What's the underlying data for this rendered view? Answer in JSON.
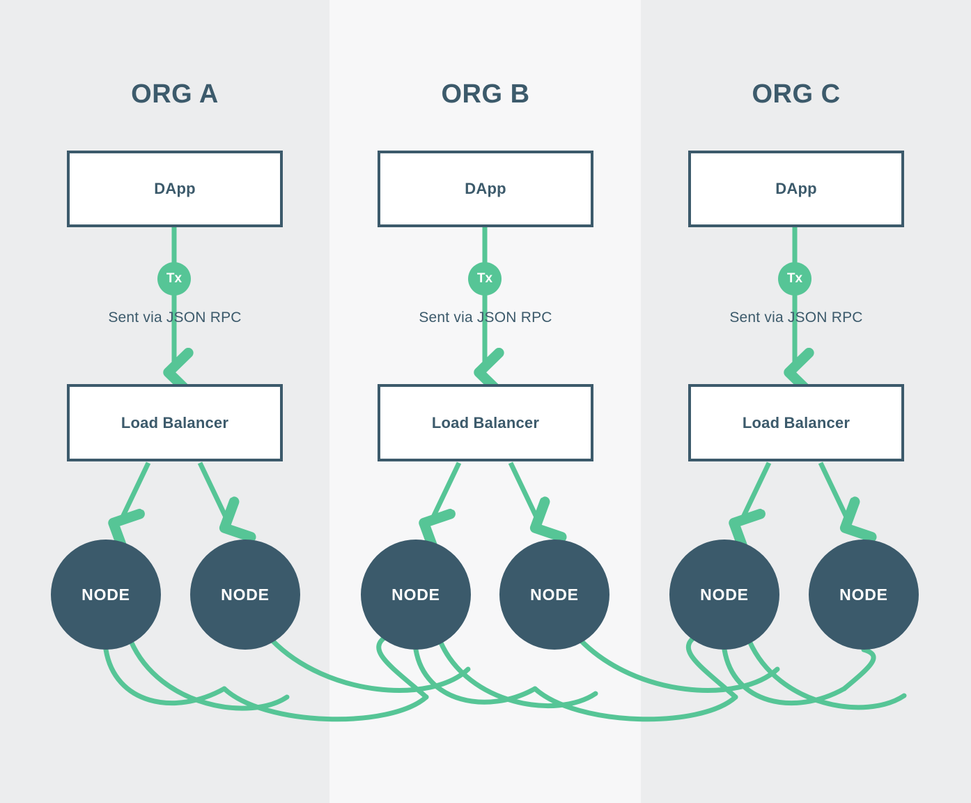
{
  "theme": {
    "column_bg_shaded": "#ecedee",
    "column_bg_light": "#f7f7f8",
    "accent_green": "#56c596",
    "dark_slate": "#3c5a6b",
    "node_fill": "#3b5a6b",
    "box_fill": "#ffffff",
    "text_on_node": "#ffffff"
  },
  "columns": [
    {
      "id": "org-a",
      "title": "ORG A",
      "dapp": {
        "label": "DApp"
      },
      "tx": {
        "label": "Tx"
      },
      "rpc": {
        "label": "Sent via JSON RPC"
      },
      "load_balancer": {
        "label": "Load Balancer"
      },
      "nodes": [
        {
          "label": "NODE"
        },
        {
          "label": "NODE"
        }
      ]
    },
    {
      "id": "org-b",
      "title": "ORG B",
      "dapp": {
        "label": "DApp"
      },
      "tx": {
        "label": "Tx"
      },
      "rpc": {
        "label": "Sent via JSON RPC"
      },
      "load_balancer": {
        "label": "Load Balancer"
      },
      "nodes": [
        {
          "label": "NODE"
        },
        {
          "label": "NODE"
        }
      ]
    },
    {
      "id": "org-c",
      "title": "ORG C",
      "dapp": {
        "label": "DApp"
      },
      "tx": {
        "label": "Tx"
      },
      "rpc": {
        "label": "Sent via JSON RPC"
      },
      "load_balancer": {
        "label": "Load Balancer"
      },
      "nodes": [
        {
          "label": "NODE"
        },
        {
          "label": "NODE"
        }
      ]
    }
  ],
  "icons": {
    "arrow_down": "arrow-down-icon",
    "arrow_branch_left": "arrow-branch-left-icon",
    "arrow_branch_right": "arrow-branch-right-icon",
    "peer_link": "peer-link-curve"
  }
}
